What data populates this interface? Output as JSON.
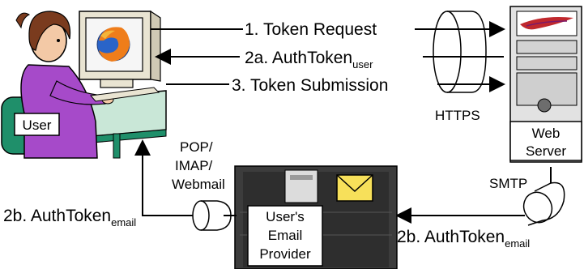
{
  "flows": {
    "token_request": "1. Token Request",
    "authtoken_user_main": "2a. AuthToken",
    "authtoken_user_sub": "user",
    "token_submission": "3. Token Submission",
    "authtoken_email_left_main": "2b. AuthToken",
    "authtoken_email_left_sub": "email",
    "authtoken_email_right_main": "2b. AuthToken",
    "authtoken_email_right_sub": "email"
  },
  "channels": {
    "https": "HTTPS",
    "smtp": "SMTP",
    "pop_line1": "POP/",
    "pop_line2": "IMAP/",
    "pop_line3": "Webmail"
  },
  "nodes": {
    "user": "User",
    "web_server_line1": "Web",
    "web_server_line2": "Server",
    "provider_line1": "User's",
    "provider_line2": "Email",
    "provider_line3": "Provider"
  },
  "icons": {
    "user": "person-at-computer-icon",
    "browser": "firefox-logo-icon",
    "server": "server-tower-icon",
    "apache": "apache-feather-icon",
    "email": "envelope-icon",
    "tunnel": "cylinder-tunnel-icon"
  },
  "colors": {
    "user_clothes": "#a64ac9",
    "skin": "#f3c9a6",
    "hair": "#7a3b1e",
    "desk": "#1f8f6a",
    "monitor": "#e9e4d2",
    "screen": "#f6f6f6",
    "server": "#e2e2e2",
    "provider": "#3c3c3c",
    "envelope": "#f7e05a"
  }
}
